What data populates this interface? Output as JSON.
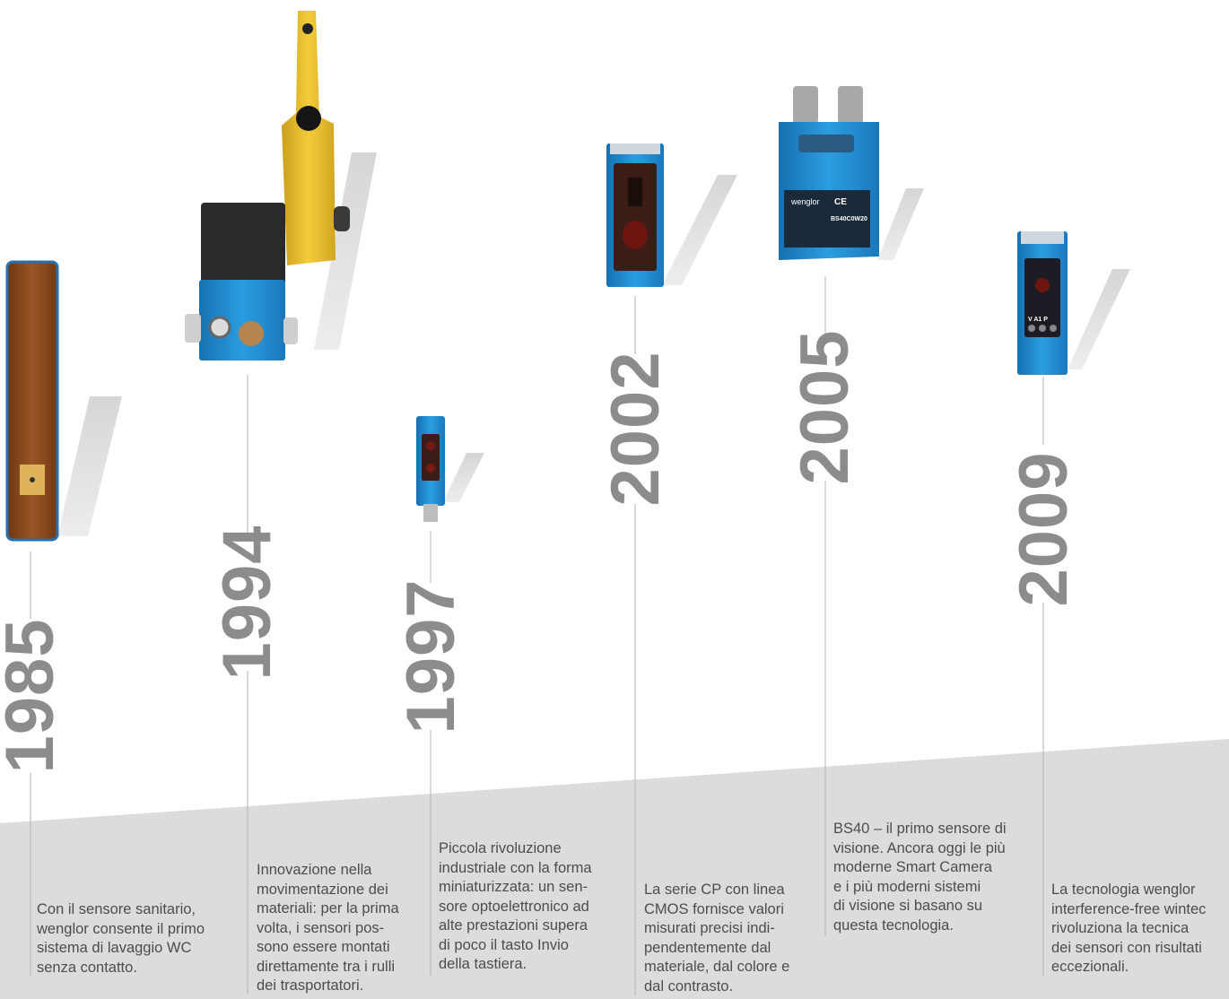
{
  "timeline": [
    {
      "year": "1985",
      "text": "Con il sensore sanitario,\nwenglor consente il primo\nsistema di lavaggio WC\nsenza contatto.",
      "product": "sanitary-sensor"
    },
    {
      "year": "1994",
      "text": "Innovazione nella\nmovimentazione dei\nmateriali: per la prima\nvolta, i sensori pos-\nsono essere montati\ndirettamente tra i rulli\ndei trasportatori.",
      "product": "conveyor-sensor"
    },
    {
      "year": "1997",
      "text": "Piccola rivoluzione\nindustriale con la forma\nminiaturizzata: un sen-\nsore optoelettronico ad\nalte prestazioni supera\ndi poco il tasto Invio\ndella tastiera.",
      "product": "miniature-sensor"
    },
    {
      "year": "2002",
      "text": "La serie CP con linea\nCMOS fornisce valori\nmisurati precisi indi-\npendentemente dal\nmateriale, dal colore e\ndal contrasto.",
      "product": "cp-series-sensor"
    },
    {
      "year": "2005",
      "text": "BS40 – il primo sensore di\nvisione. Ancora oggi le più\nmoderne Smart Camera\ne i più moderni sistemi\ndi visione si basano su\nquesta tecnologia.",
      "product": "bs40-vision-sensor"
    },
    {
      "year": "2009",
      "text": "La tecnologia wenglor\ninterference-free wintec\nrivoluziona la tecnica\ndei sensori con risultati\neccezionali.",
      "product": "wintec-sensor"
    }
  ],
  "labels": {
    "brand": "wenglor",
    "ce": "CE",
    "bs40_model": "BS40C0W20",
    "wintec_leds": "V  A1  P"
  },
  "colors": {
    "background": "#ffffff",
    "band": "#dcdcdc",
    "year_text": "#8c8c8c",
    "line": "#b3b3b3",
    "body_text": "#4d4d4d",
    "sensor_blue": "#1f8fd0",
    "sensor_yellow": "#e8bc2c",
    "copper": "#8a4a1e"
  }
}
